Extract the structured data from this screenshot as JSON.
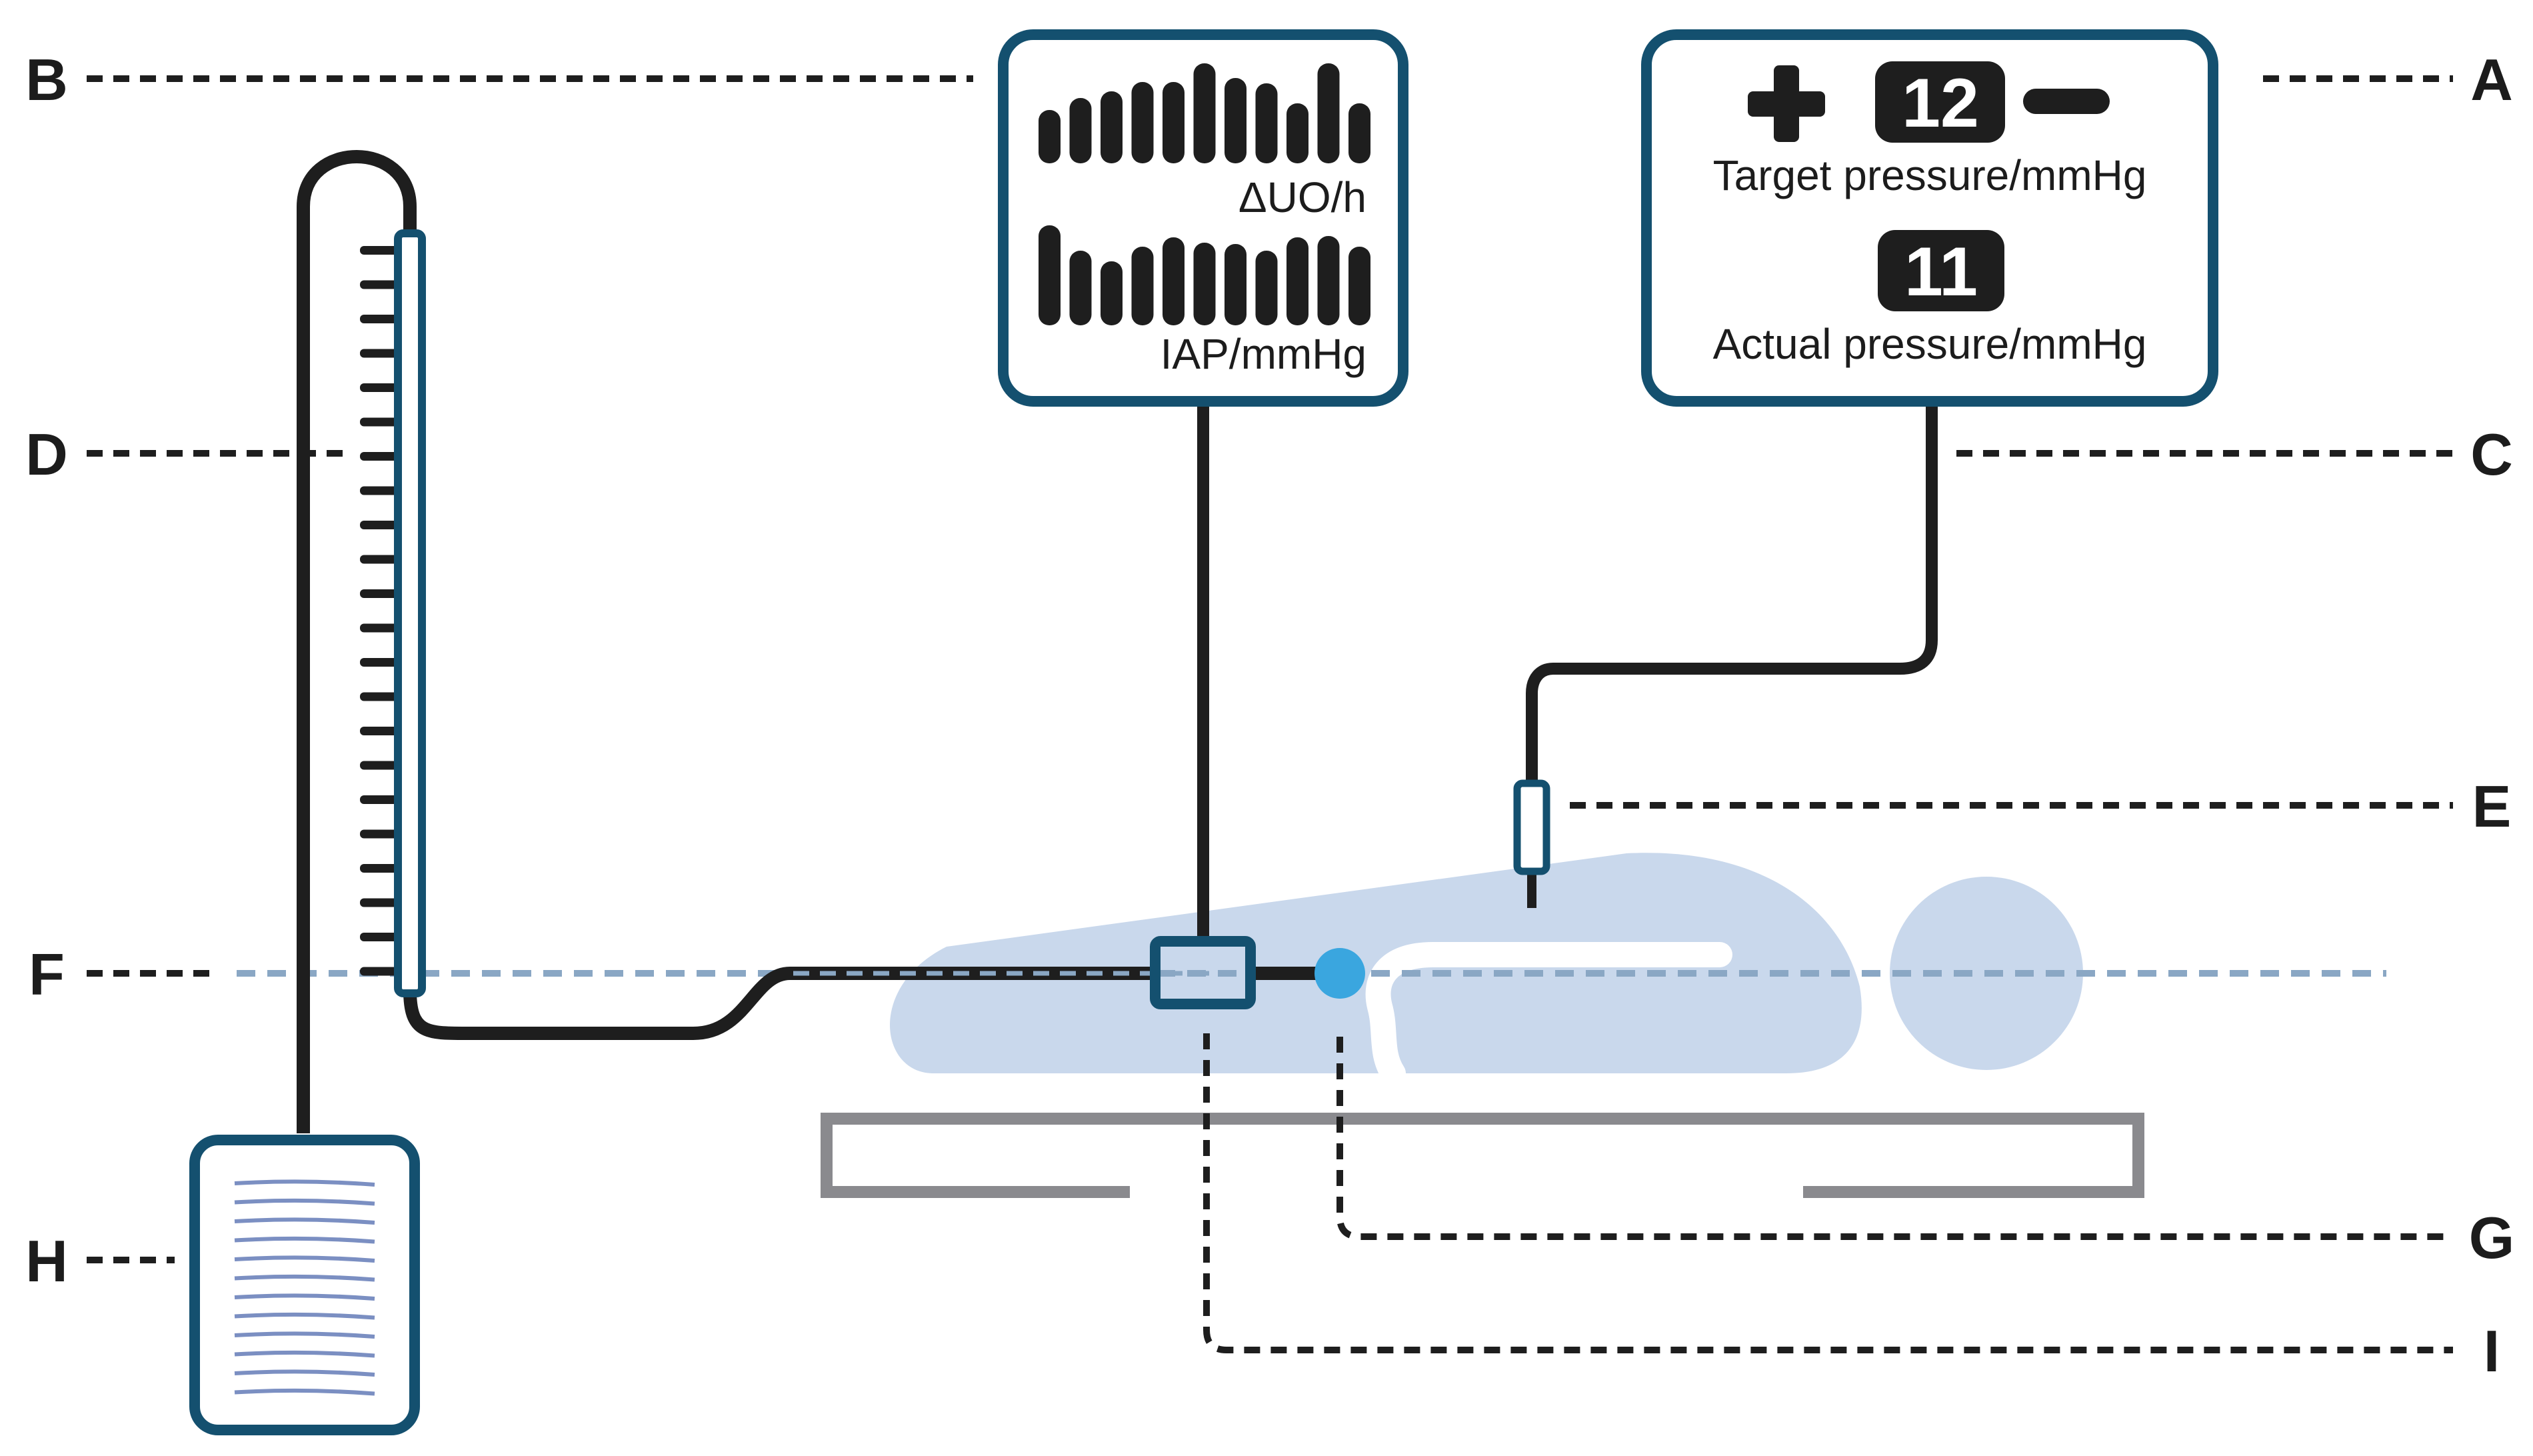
{
  "labels": {
    "a": "A",
    "b": "B",
    "c": "C",
    "d": "D",
    "e": "E",
    "f": "F",
    "g": "G",
    "h": "H",
    "i": "I"
  },
  "monitor": {
    "uo_label": "ΔUO/h",
    "iap_label": "IAP/mmHg"
  },
  "controller": {
    "target_value": "12",
    "target_label": "Target pressure/mmHg",
    "actual_value": "11",
    "actual_label": "Actual pressure/mmHg"
  },
  "colors": {
    "frame": "#14506f",
    "line": "#1e1e1e",
    "patient": "#c9d8ec",
    "reference_line": "#8aa7c4",
    "sensor_dot": "#3aa6df",
    "bed": "#8a8a8e"
  }
}
